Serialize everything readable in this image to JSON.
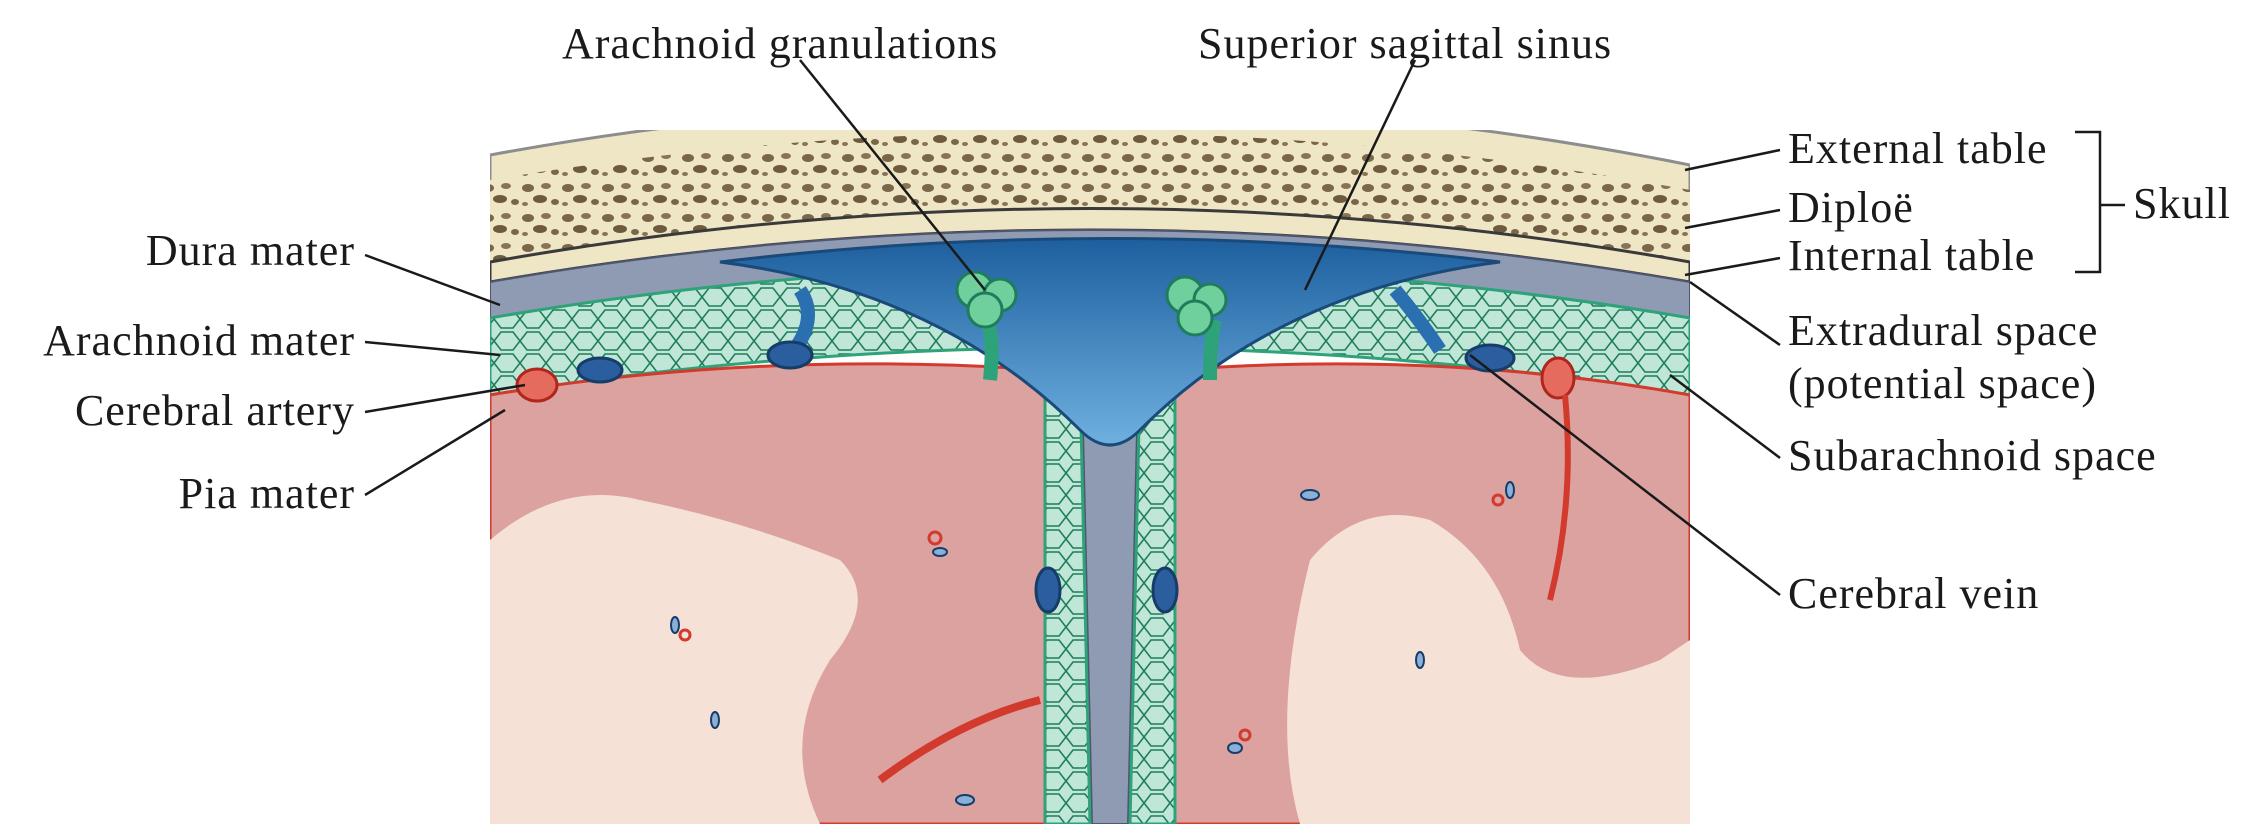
{
  "labels": {
    "arachnoid_granulations": "Arachnoid granulations",
    "superior_sagittal_sinus": "Superior sagittal sinus",
    "dura_mater": "Dura mater",
    "arachnoid_mater": "Arachnoid mater",
    "cerebral_artery": "Cerebral artery",
    "pia_mater": "Pia mater",
    "external_table": "External table",
    "diploe": "Diploë",
    "internal_table": "Internal table",
    "skull": "Skull",
    "extradural_space": "Extradural space",
    "potential_space": "(potential space)",
    "subarachnoid_space": "Subarachnoid space",
    "cerebral_vein": "Cerebral vein"
  },
  "colors": {
    "bone": "#efe6c6",
    "diploe_cavity": "#7a6648",
    "dura": "#8f9ab3",
    "sinus": "#3b86c6",
    "arachnoid_green": "#2ea37a",
    "subarachnoid_fill": "#bfe6d6",
    "cortex": "#dba2a0",
    "white_matter": "#f6e1d6",
    "pia_red": "#d23a2e"
  }
}
